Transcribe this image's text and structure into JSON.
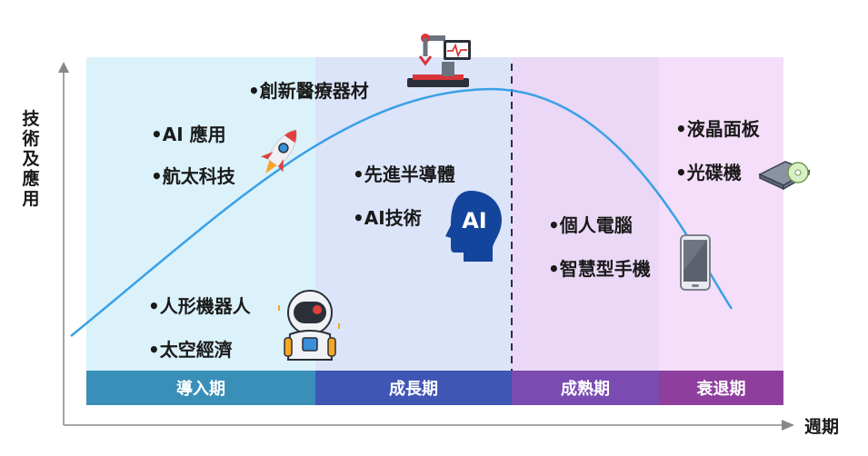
{
  "axes": {
    "y_label": "技術及應用",
    "x_label": "週期"
  },
  "phases": [
    {
      "name": "導入期",
      "band_color": "#3a8fb8",
      "zone_color": "#dbf2fb"
    },
    {
      "name": "成長期",
      "band_color": "#3f56b5",
      "zone_color": "#dce4f9"
    },
    {
      "name": "成熟期",
      "band_color": "#7a4bb0",
      "zone_color": "#ead8f6"
    },
    {
      "name": "衰退期",
      "band_color": "#8e3f9e",
      "zone_color": "#f5defa"
    }
  ],
  "items": {
    "innovative_medical": "•創新醫療器材",
    "ai_application": "•AI 應用",
    "aerospace": "•航太科技",
    "humanoid_robot": "•人形機器人",
    "space_economy": "•太空經濟",
    "advanced_semiconductor": "•先進半導體",
    "ai_technology": "•AI技術",
    "personal_computer": "•個人電腦",
    "smartphone": "•智慧型手機",
    "lcd_panel": "•液晶面板",
    "optical_disc": "•光碟機"
  },
  "icons": {
    "brain_text": "AI",
    "curve_color": "#3aa0e6"
  }
}
